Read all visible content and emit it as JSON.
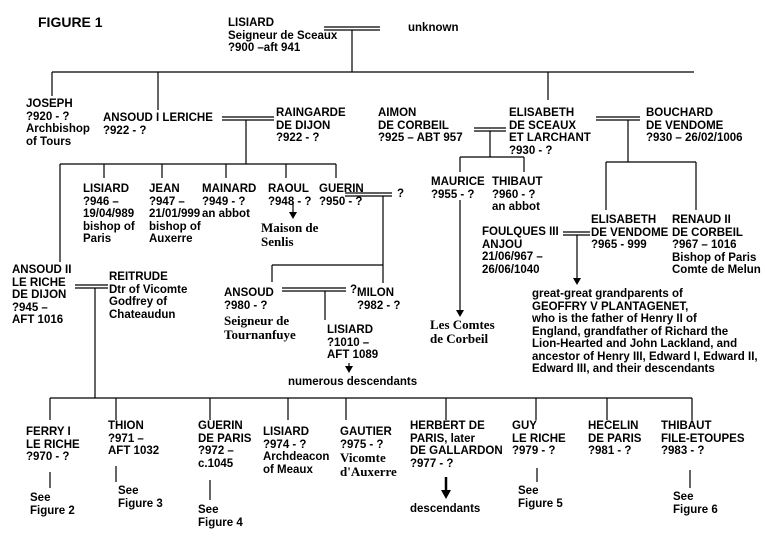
{
  "figure_title": "FIGURE 1",
  "people": {
    "lisiard_root": "LISIARD\nSeigneur de Sceaux\n?900 –aft 941",
    "unknown_root": "unknown",
    "joseph": "JOSEPH\n?920 - ?\nArchbishop\nof Tours",
    "ansoud1": "ANSOUD I LERICHE\n?922 - ?",
    "raingarde": "RAINGARDE\nDE DIJON\n?922 - ?",
    "aimon": "AIMON\nDE CORBEIL\n?925 – ABT 957",
    "elisabeth_sceaux": "ELISABETH\nDE SCEAUX\nET LARCHANT\n?930 - ?",
    "bouchard": "BOUCHARD\nDE VENDOME\n?930 – 26/02/1006",
    "lisiard2": "LISIARD\n?946 –\n19/04/989\nbishop of\nParis",
    "jean": "JEAN\n?947 –\n21/01/999\nbishop of\nAuxerre",
    "mainard": "MAINARD\n?949 - ?\nan abbot",
    "raoul": "RAOUL\n?948 - ?",
    "guerin1": "GUERIN\n?950 - ?",
    "guerin_spouse": "?",
    "maurice": "MAURICE\n?955 - ?",
    "thibaut_abbot": "THIBAUT\n?960 - ?\nan abbot",
    "elisabeth_vendome": "ELISABETH\nDE VENDOME\n?965 - 999",
    "renaud": "RENAUD II\nDE CORBEIL\n?967 – 1016\nBishop of Paris\nComte de Melun",
    "foulques": "FOULQUES III\nANJOU\n21/06/967 –\n26/06/1040",
    "ansoud2": "ANSOUD II\nLE RICHE\nDE DIJON\n?945 –\nAFT 1016",
    "reitrude": "REITRUDE\nDtr of Vicomte\nGodfrey of\nChateaudun",
    "ansoud_tournanfuye": "ANSOUD\n?980 - ?",
    "ansoud_tournanfuye_title": "Seigneur de\nTournanfuye",
    "ansoud_spouse": "?",
    "milon": "MILON\n?982 - ?",
    "lisiard3": "LISIARD\n?1010 –\nAFT 1089",
    "ferry": "FERRY I\nLE RICHE\n?970 - ?",
    "thion": "THION\n?971 –\nAFT 1032",
    "guerin_paris": "GUERIN\nDE PARIS\n?972 –\nc.1045",
    "lisiard_meaux": "LISIARD\n?974 - ?\nArchdeacon\nof Meaux",
    "gautier": "GAUTIER\n?975 - ?",
    "gautier_title": "Vicomte\nd'Auxerre",
    "herbert": "HERBERT DE\nPARIS, later\nDE GALLARDON\n?977 - ?",
    "guy": "GUY\nLE RICHE\n?979 - ?",
    "hecelin": "HECELIN\nDE PARIS\n?981 - ?",
    "thibaut_file": "THIBAUT\nFILE-ETOUPES\n?983 - ?"
  },
  "notes": {
    "maison_senlis": "Maison de\nSenlis",
    "comtes_corbeil": "Les Comtes\nde Corbeil",
    "numerous_descendants": "numerous descendants",
    "plantagenet": "great-great grandparents of\nGEOFFRY V PLANTAGENET,\nwho is the father of Henry II of\nEngland, grandfather of Richard the\nLion-Hearted and John Lackland, and\nancestor of Henry III, Edward I, Edward II,\nEdward III, and their descendants",
    "see_fig2": "See\nFigure 2",
    "see_fig3": "See\nFigure 3",
    "see_fig4": "See\nFigure 4",
    "descendants": "descendants",
    "see_fig5": "See\nFigure 5",
    "see_fig6": "See\nFigure 6"
  }
}
